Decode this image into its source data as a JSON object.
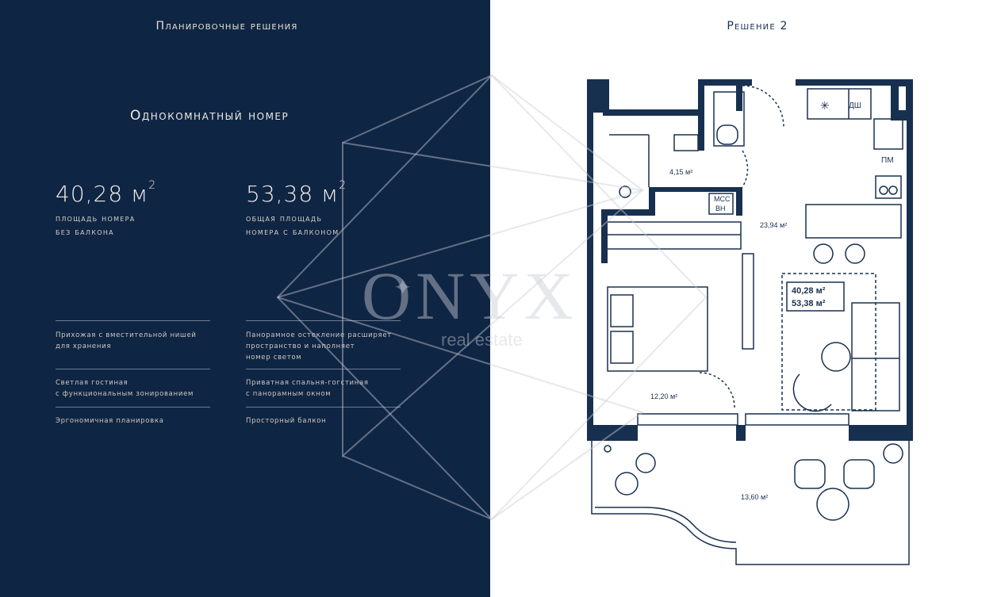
{
  "left_panel": {
    "section_title": "Планировочные решения",
    "room_type": "Однокомнатный номер",
    "area1": {
      "value": "40,28 м",
      "sup": "2",
      "label_line1": "площадь номера",
      "label_line2": "без балкона"
    },
    "area2": {
      "value": "53,38 м",
      "sup": "2",
      "label_line1": "общая площадь",
      "label_line2": "номера с балконом"
    },
    "features": [
      {
        "line1": "Прихожая с вместительной нишей",
        "line2": "для хранения"
      },
      {
        "line1": "Панорамное остекление расширяет",
        "line2": "пространство и наполняет",
        "line3": "номер светом"
      },
      {
        "line1": "Светлая гостиная",
        "line2": "с функциональным зонированием"
      },
      {
        "line1": "Приватная спальня-гогстиная",
        "line2": "с панорамным окном"
      },
      {
        "line1": "Эргономичная планировка"
      },
      {
        "line1": "Просторный балкон"
      }
    ]
  },
  "right_panel": {
    "section_title": "Решение 2",
    "plan": {
      "bathroom_area": "4,15 м²",
      "living_area": "23,94 м²",
      "bedroom_area": "12,20 м²",
      "balcony_area": "13,60 м²",
      "summary_area1": "40,28 м²",
      "summary_area2": "53,38 м²",
      "label_dw": "ДШ",
      "label_pm": "ПМ",
      "label_mss": "МСС",
      "label_vn": "ВН"
    }
  },
  "watermark": {
    "brand": "ONYX",
    "tagline": "real estate"
  },
  "colors": {
    "navy": "#0f2544",
    "text_light": "#e6e1d8",
    "plan_line": "#18304f"
  }
}
